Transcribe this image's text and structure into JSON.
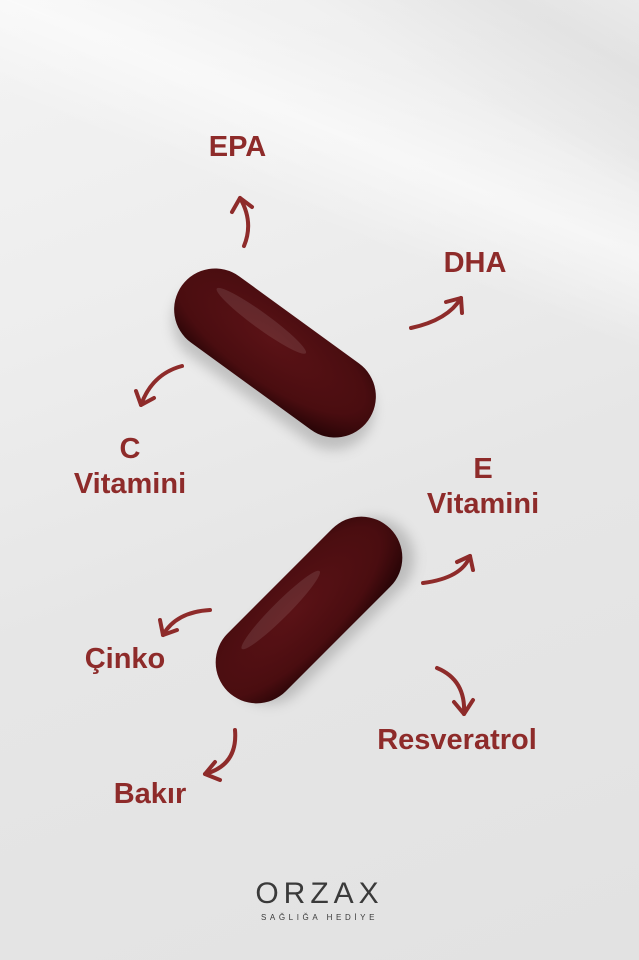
{
  "colors": {
    "accent": "#8e2b2a",
    "capsule": "#4a0d10",
    "logo": "#3a3a3a"
  },
  "labels": {
    "epa": "EPA",
    "dha": "DHA",
    "c_letter": "C",
    "c_word": "Vitamini",
    "e_letter": "E",
    "e_word": "Vitamini",
    "cinko": "Çinko",
    "bakir": "Bakır",
    "resveratrol": "Resveratrol"
  },
  "logo": {
    "wordmark": "ORZAX",
    "tagline": "SAĞLIĞA HEDİYE"
  }
}
